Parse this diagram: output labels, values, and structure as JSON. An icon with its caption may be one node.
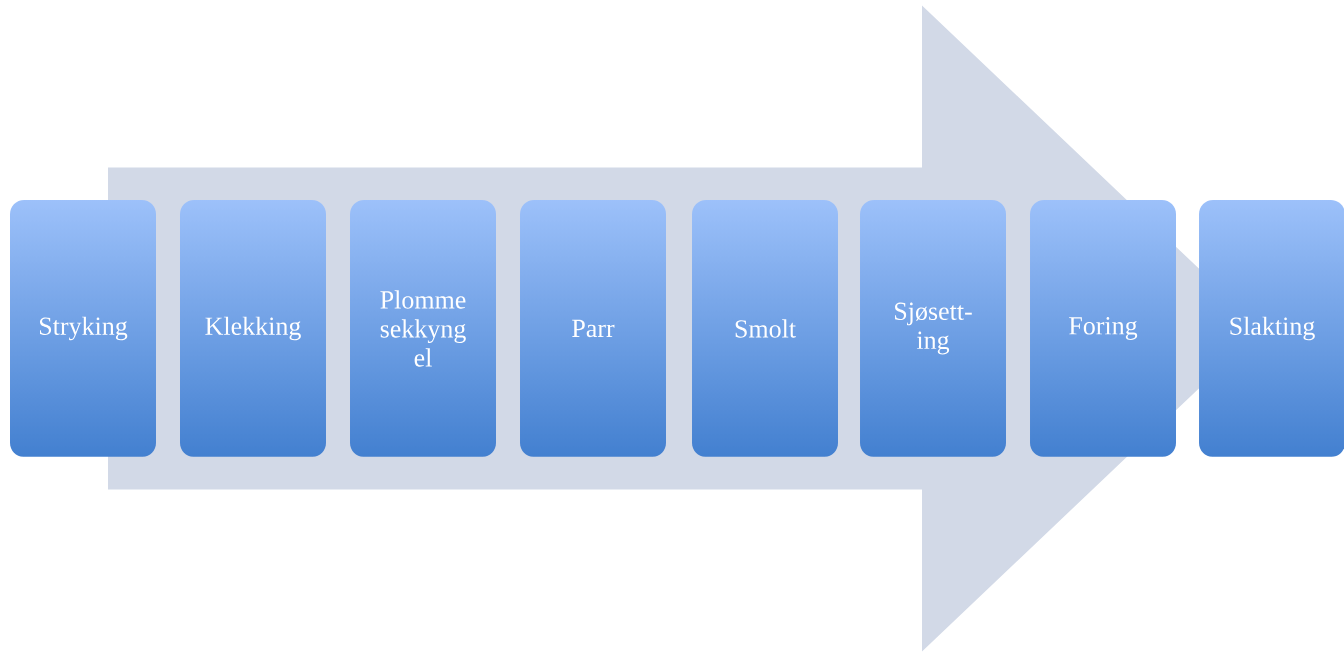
{
  "diagram": {
    "nodes": [
      {
        "text": [
          "Stryking"
        ]
      },
      {
        "text": [
          "Klekking"
        ]
      },
      {
        "text": [
          "Plomme sekkyng el"
        ]
      },
      {
        "text": [
          "Parr"
        ]
      },
      {
        "text": [
          "Smolt"
        ]
      },
      {
        "text": [
          "Sjøsett-ing"
        ]
      },
      {
        "text": [
          "Foring"
        ]
      },
      {
        "text": [
          "Slakting"
        ]
      }
    ],
    "edges": [
      {
        "from": 0,
        "to": 7,
        "arrow": "to"
      }
    ]
  }
}
